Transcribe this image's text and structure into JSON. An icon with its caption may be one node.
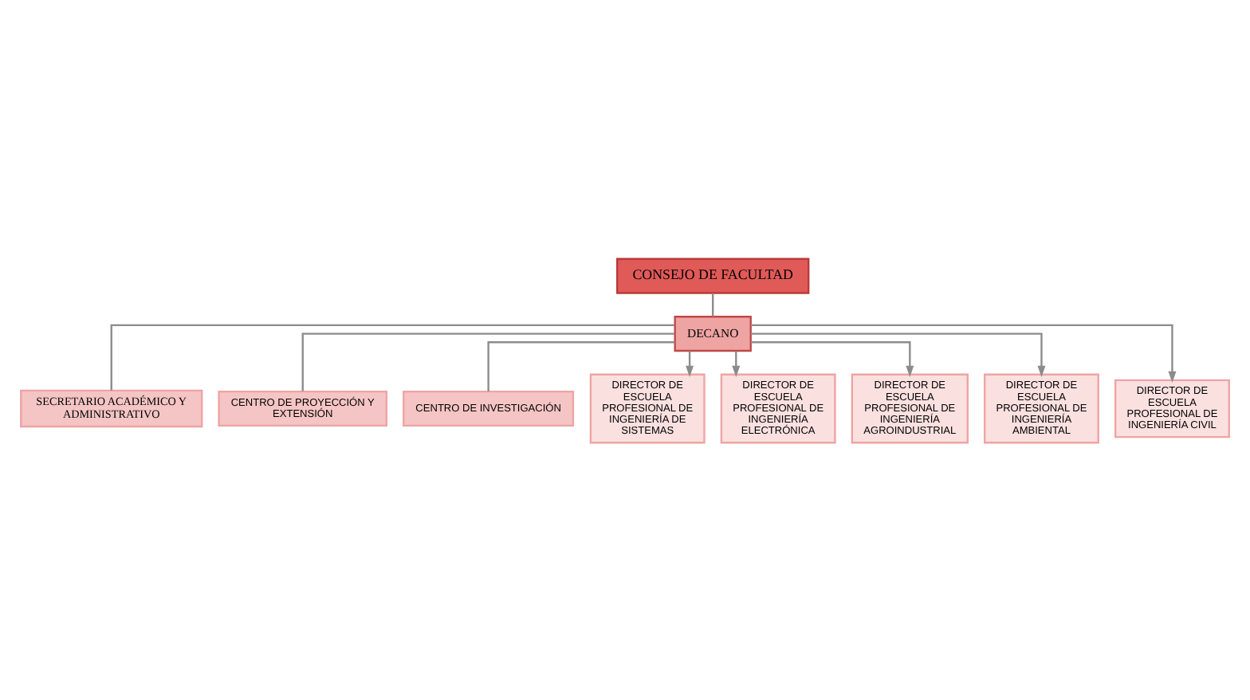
{
  "diagram": {
    "nodes": [
      {
        "text": [
          "CONSEJO DE FACULTAD"
        ]
      },
      {
        "text": [
          "DECANO"
        ]
      },
      {
        "text": [
          "SECRETARIO ACADÉMICO Y ADMINISTRATIVO"
        ]
      },
      {
        "text": [
          "CENTRO DE PROYECCIÓN Y EXTENSIÓN"
        ]
      },
      {
        "text": [
          "CENTRO DE INVESTIGACIÓN"
        ]
      },
      {
        "text": [
          "DIRECTOR DE ESCUELA PROFESIONAL DE INGENIERÍA DE SISTEMAS"
        ]
      },
      {
        "text": [
          "DIRECTOR DE ESCUELA PROFESIONAL DE INGENIERÍA ELECTRÓNICA"
        ]
      },
      {
        "text": [
          "DIRECTOR DE ESCUELA PROFESIONAL DE INGENIERÍA AGROINDUSTRIAL"
        ]
      },
      {
        "text": [
          "DIRECTOR DE ESCUELA PROFESIONAL DE INGENIERÍA AMBIENTAL"
        ]
      },
      {
        "text": [
          "DIRECTOR DE ESCUELA PROFESIONAL DE INGENIERÍA CIVIL"
        ]
      }
    ],
    "edges": [
      {
        "from": 0,
        "to": 1,
        "arrow": "none"
      },
      {
        "from": 1,
        "to": 2,
        "arrow": "none"
      },
      {
        "from": 1,
        "to": 3,
        "arrow": "none"
      },
      {
        "from": 1,
        "to": 4,
        "arrow": "none"
      },
      {
        "from": 1,
        "to": 5,
        "arrow": "to"
      },
      {
        "from": 1,
        "to": 6,
        "arrow": "to"
      },
      {
        "from": 1,
        "to": 7,
        "arrow": "to"
      },
      {
        "from": 1,
        "to": 8,
        "arrow": "to"
      },
      {
        "from": 1,
        "to": 9,
        "arrow": "to"
      }
    ]
  }
}
